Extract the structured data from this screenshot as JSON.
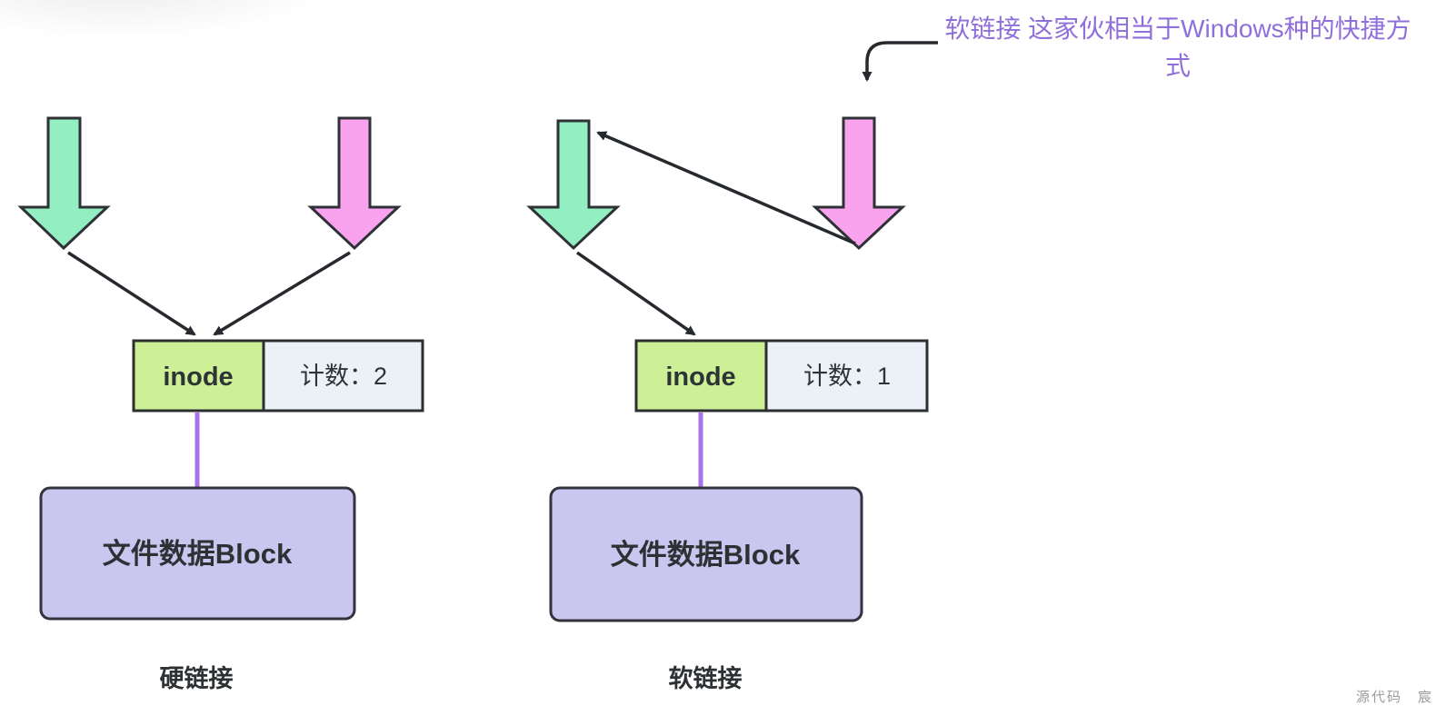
{
  "annotation": {
    "lines": [
      "软链接 这家伙相当于Windows种的快捷方",
      "式"
    ]
  },
  "hard_link": {
    "inode_label": "inode",
    "count_label": "计数：2",
    "block_label": "文件数据Block",
    "caption": "硬链接"
  },
  "soft_link": {
    "inode_label": "inode",
    "count_label": "计数：1",
    "block_label": "文件数据Block",
    "caption": "软链接"
  },
  "watermark": "源代码　宸",
  "colors": {
    "green_arrow": "#93eec1",
    "pink_arrow": "#f9a2ee",
    "inode_fill": "#cdf096",
    "count_fill": "#ecf1f8",
    "block_fill": "#c9c6ef",
    "connector_purple": "#a873e8",
    "annotation_text": "#8f6fd9"
  }
}
